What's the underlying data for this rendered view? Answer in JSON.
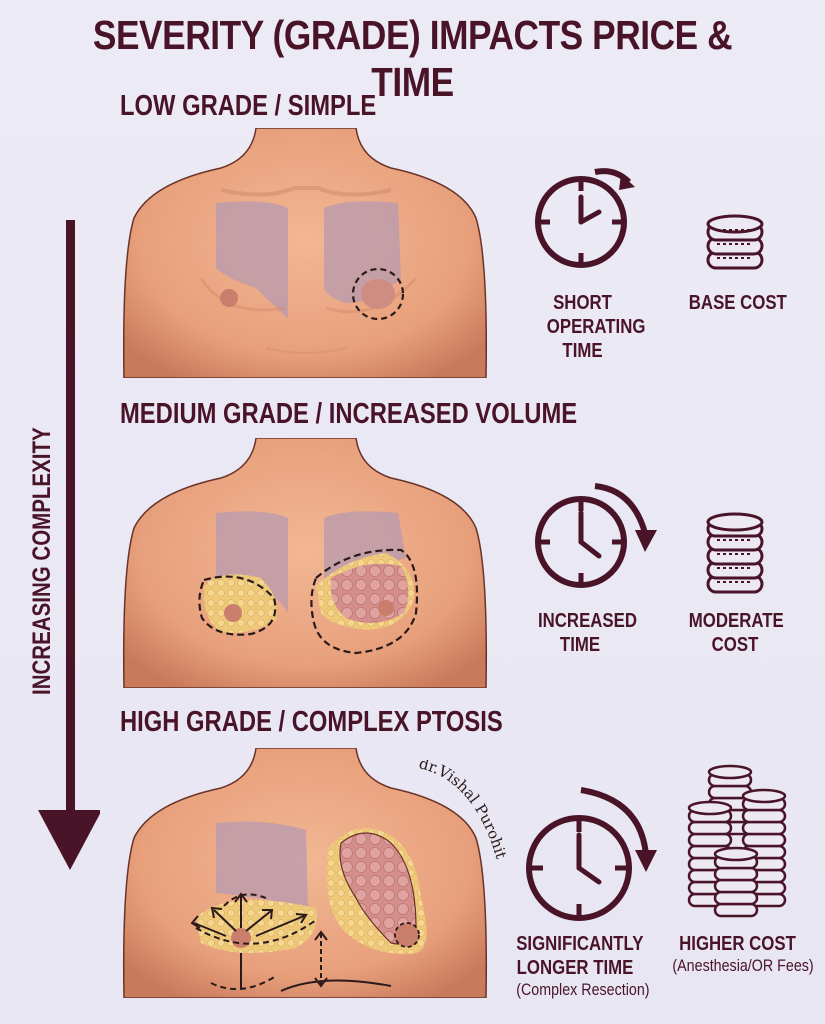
{
  "title": "SEVERITY (GRADE) IMPACTS PRICE & TIME",
  "side_axis": {
    "label": "INCREASING COMPLEXITY",
    "direction": "down",
    "icon": "arrow-down-icon"
  },
  "colors": {
    "background": "#e9e8f3",
    "primary_text": "#4a1428",
    "skin": "#e9a57f",
    "skin_shadow": "#c9785a",
    "lung": "#b79ab0",
    "fat": "#efc97a",
    "gland": "#d98e92",
    "marker_dashed": "#2a1a1a"
  },
  "sections": [
    {
      "id": "low",
      "heading": "LOW GRADE / SIMPLE",
      "illustration": "torso-low-grade",
      "time": {
        "icon": "clock-short-arrow-icon",
        "lines": [
          "SHORT",
          "OPERATING",
          "TIME"
        ]
      },
      "cost": {
        "icon": "coin-stack-small-icon",
        "lines": [
          "BASE COST"
        ]
      }
    },
    {
      "id": "medium",
      "heading": "MEDIUM GRADE / INCREASED VOLUME",
      "illustration": "torso-medium-grade",
      "time": {
        "icon": "clock-medium-arrow-icon",
        "lines": [
          "INCREASED",
          "TIME"
        ]
      },
      "cost": {
        "icon": "coin-stack-medium-icon",
        "lines": [
          "MODERATE",
          "COST"
        ]
      }
    },
    {
      "id": "high",
      "heading": "HIGH GRADE / COMPLEX PTOSIS",
      "illustration": "torso-high-grade",
      "time": {
        "icon": "clock-long-arrow-icon",
        "lines": [
          "SIGNIFICANTLY",
          "LONGER TIME"
        ],
        "note": "(Complex Resection)"
      },
      "cost": {
        "icon": "coin-stacks-large-icon",
        "lines": [
          "HIGHER COST"
        ],
        "note": "(Anesthesia/OR Fees)"
      }
    }
  ],
  "signature": "dr.Vishal Purohit"
}
